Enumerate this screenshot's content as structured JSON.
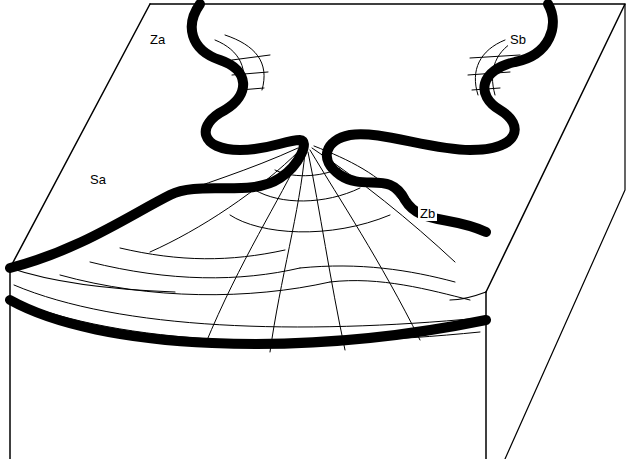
{
  "diagram": {
    "labels": [
      "Za",
      "Sb",
      "Sa",
      "Zb"
    ]
  }
}
